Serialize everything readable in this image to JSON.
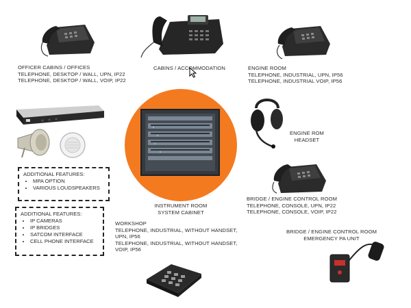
{
  "nodes": {
    "officer_cabins": {
      "lines": [
        "OFFICER CABINS / OFFICES",
        "TELEPHONE, DESKTOP / WALL, UpN, IP22",
        "TELEPHONE, DESKTOP / WALL, VoIP, IP22"
      ]
    },
    "cabins_accommodation": {
      "lines": [
        "CABINS / ACCOMMODATION"
      ]
    },
    "engine_room": {
      "lines": [
        "ENGINE ROOM",
        "TELEPHONE, INDUSTRIAL, UpN, IP56",
        "TELEPHONE, INDUSTRIAL VoIP, IP56"
      ]
    },
    "engine_rom_headset": {
      "lines": [
        "ENGINE ROM",
        "HEADSET"
      ]
    },
    "instrument_room": {
      "lines": [
        "INSTRUMENT ROOM",
        "SYSTEM CABINET"
      ]
    },
    "bridge_console": {
      "lines": [
        "BRIDGE / ENGINE CONTROL ROOM",
        "TELEPHONE, CONSOLE, UpN, IP22",
        "TELEPHONE, CONSOLE, VoIP, IP22"
      ]
    },
    "bridge_pa": {
      "lines": [
        "BRIDGE / ENGINE CONTROL ROOM",
        "EMERGENCY PA UNIT"
      ]
    },
    "workshop": {
      "lines": [
        "WORKSHOP",
        "TELEPHONE, INDUSTRIAL, WITHOUT HANDSET,",
        "UpN, IP56",
        "TELEPHONE, INDUSTRIAL, WITHOUT HANDSET,",
        "VoIP, IP56"
      ]
    }
  },
  "features_pa": {
    "title": "ADDITIONAL FEATURES:",
    "items": [
      "MPA OPTION",
      "VARIOUS LOUDSPEAKERS"
    ]
  },
  "features_ip": {
    "title": "ADDITIONAL FEATURES:",
    "items": [
      "IP CAMERAS",
      "IP BRIDGES",
      "SATCOM INTERFACE",
      "CELL PHONE INTERFACE"
    ]
  },
  "colors": {
    "circle": "#f47a20",
    "cabinet": "#3a3f46",
    "phone": "#2b2b2b"
  }
}
